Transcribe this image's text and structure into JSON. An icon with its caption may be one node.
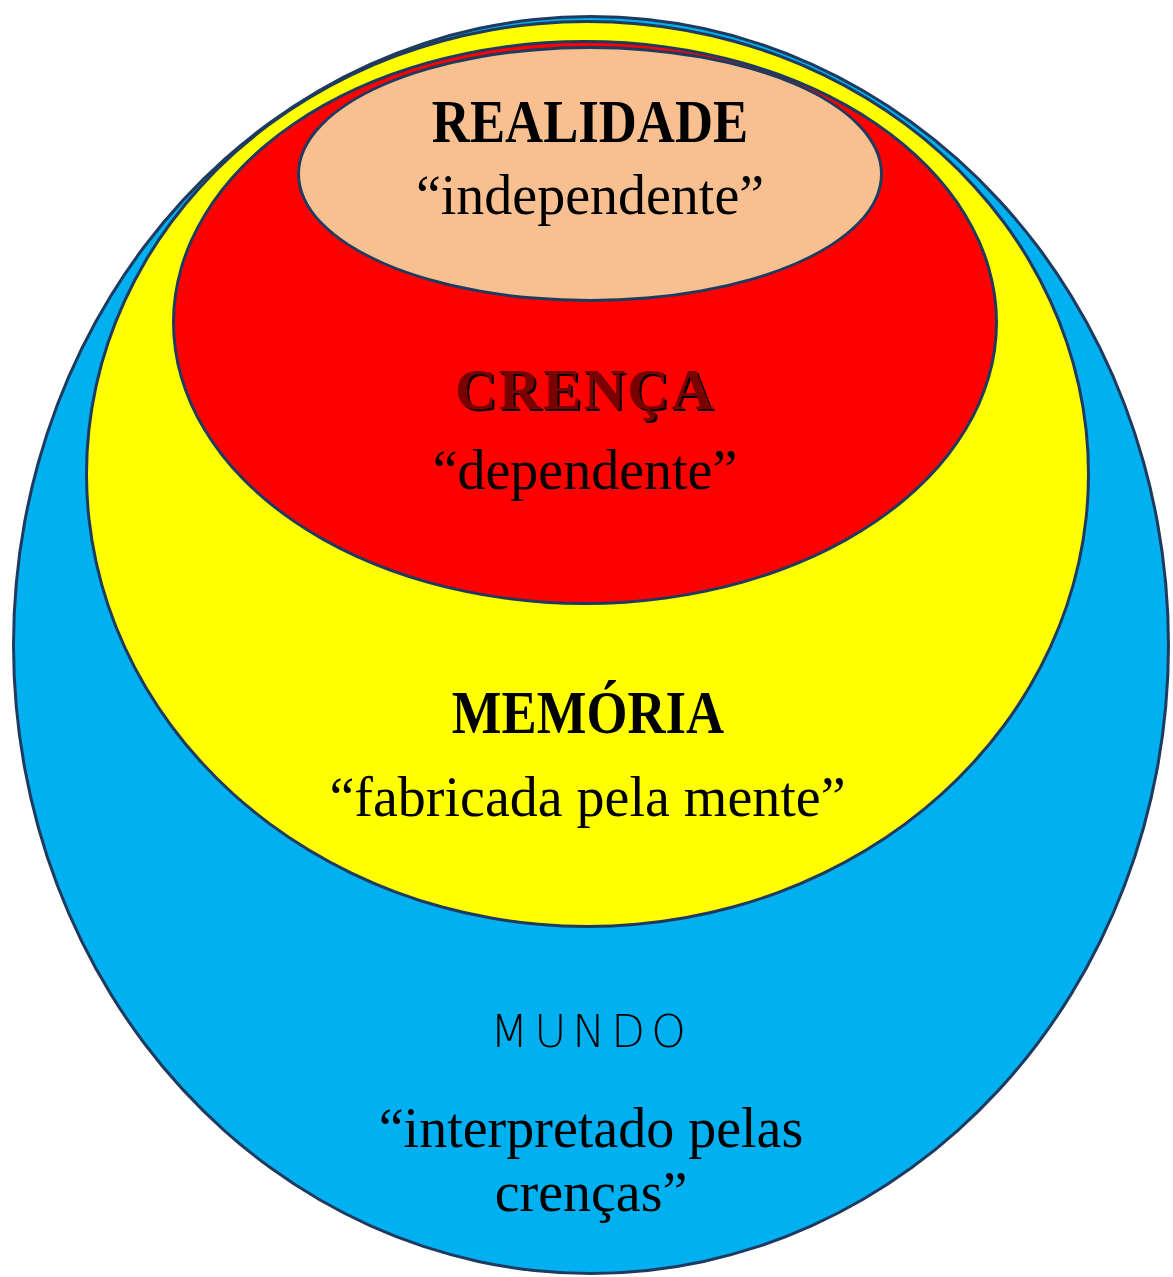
{
  "diagram": {
    "nodes": [
      {
        "text": [
          "MUNDO",
          "“interpretado pelas crenças”"
        ]
      },
      {
        "text": [
          "MEMÓRIA",
          "“fabricada pela mente”"
        ],
        "in": 0
      },
      {
        "text": [
          "CRENÇA",
          "“dependente”"
        ],
        "in": 1
      },
      {
        "text": [
          "REALIDADE",
          "“independente”"
        ],
        "in": 2
      }
    ]
  }
}
